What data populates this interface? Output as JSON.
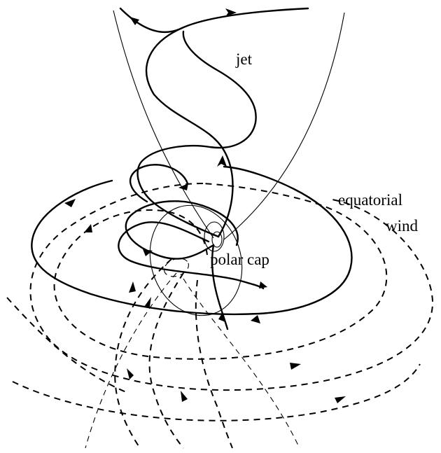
{
  "labels": {
    "jet": "jet",
    "equatorial_line1": "equatorial",
    "equatorial_line2": "wind",
    "polar_cap": "polar cap"
  }
}
